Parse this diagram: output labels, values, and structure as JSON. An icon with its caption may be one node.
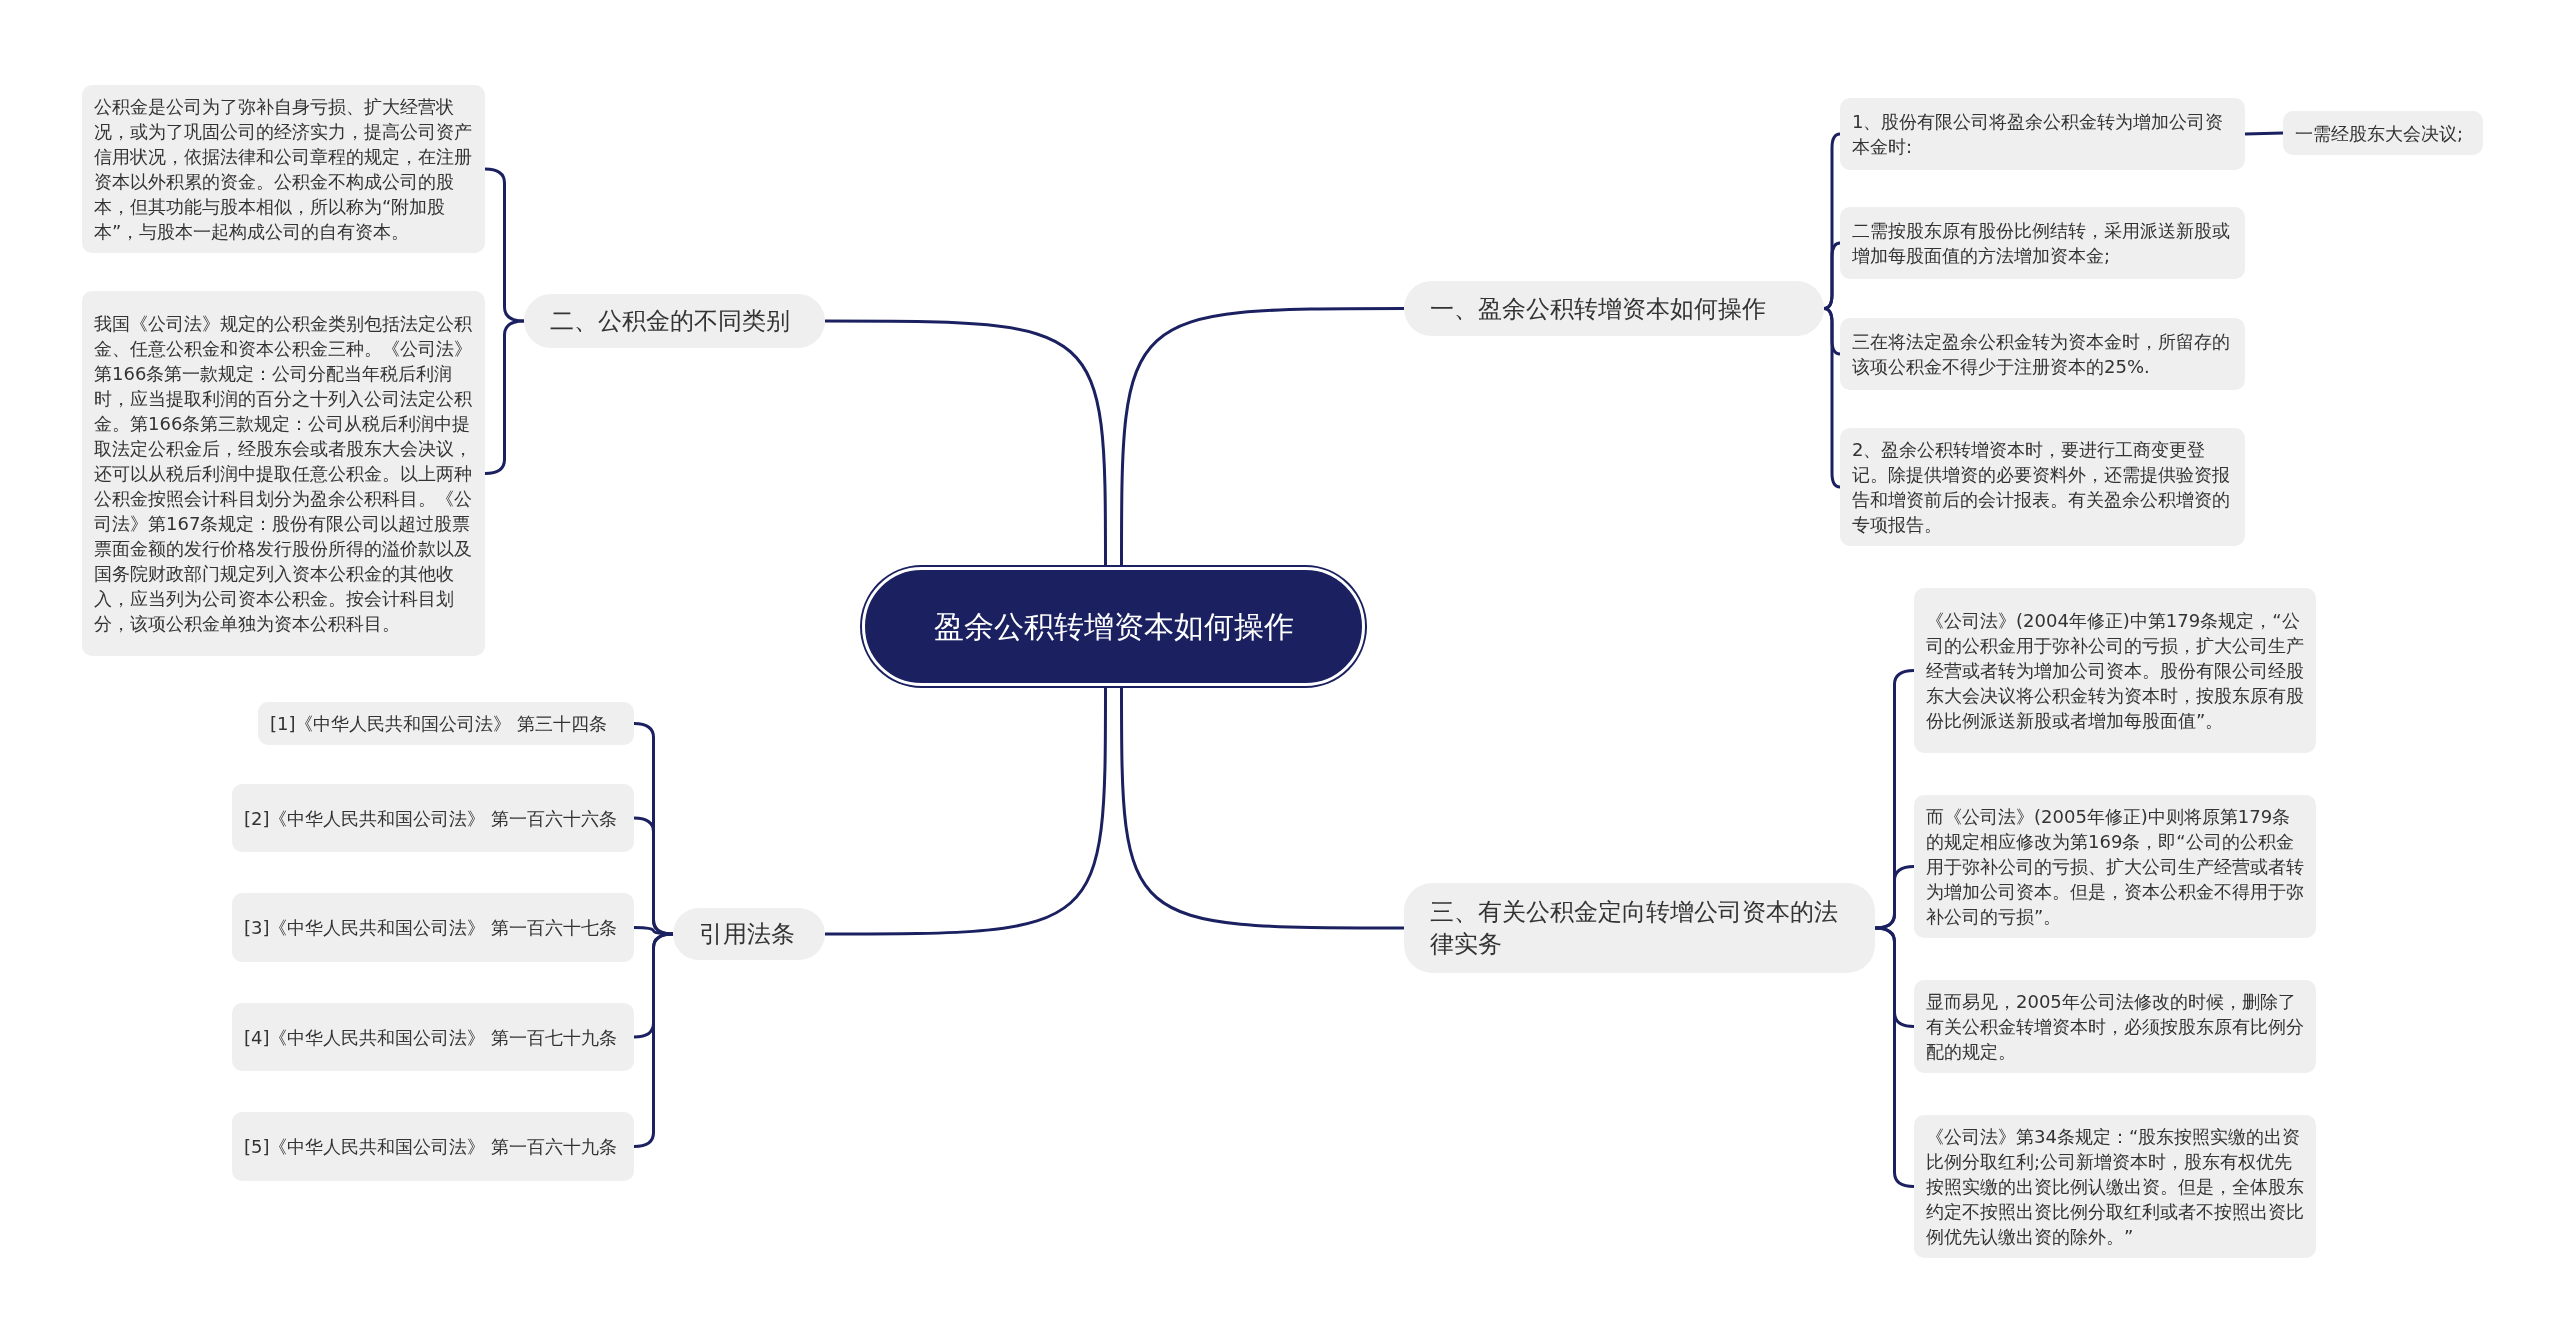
{
  "diagram": {
    "nodes": [
      {
        "text": [
          "盈余公积转增资本如何操作"
        ]
      },
      {
        "text": [
          "一、盈余公积转增资本如何操作"
        ]
      },
      {
        "text": [
          "1、股份有限公司将盈余公积金转为增加公司资本金时:"
        ]
      },
      {
        "text": [
          "一需经股东大会决议;"
        ]
      },
      {
        "text": [
          "二需按股东原有股份比例结转，采用派送新股或增加每股面值的方法增加资本金;"
        ]
      },
      {
        "text": [
          "三在将法定盈余公积金转为资本金时，所留存的该项公积金不得少于注册资本的25%."
        ]
      },
      {
        "text": [
          "2、盈余公积转增资本时，要进行工商变更登记。除提供增资的必要资料外，还需提供验资报告和增资前后的会计报表。有关盈余公积增资的专项报告。"
        ]
      },
      {
        "text": [
          "二、公积金的不同类别"
        ]
      },
      {
        "text": [
          "公积金是公司为了弥补自身亏损、扩大经营状况，或为了巩固公司的经济实力，提高公司资产信用状况，依据法律和公司章程的规定，在注册资本以外积累的资金。公积金不构成公司的股本，但其功能与股本相似，所以称为“附加股本”，与股本一起构成公司的自有资本。"
        ]
      },
      {
        "text": [
          "我国《公司法》规定的公积金类别包括法定公积金、任意公积金和资本公积金三种。《公司法》第166条第一款规定：公司分配当年税后利润时，应当提取利润的百分之十列入公司法定公积金。第166条第三款规定：公司从税后利润中提取法定公积金后，经股东会或者股东大会决议，还可以从税后利润中提取任意公积金。以上两种公积金按照会计科目划分为盈余公积科目。《公司法》第167条规定：股份有限公司以超过股票票面金额的发行价格发行股份所得的溢价款以及国务院财政部门规定列入资本公积金的其他收入，应当列为公司资本公积金。按会计科目划分，该项公积金单独为资本公积科目。"
        ]
      },
      {
        "text": [
          "三、有关公积金定向转增公司资本的法律实务"
        ]
      },
      {
        "text": [
          "《公司法》(2004年修正)中第179条规定，“公司的公积金用于弥补公司的亏损，扩大公司生产经营或者转为增加公司资本。股份有限公司经股东大会决议将公积金转为资本时，按股东原有股份比例派送新股或者增加每股面值”。"
        ]
      },
      {
        "text": [
          "而《公司法》(2005年修正)中则将原第179条的规定相应修改为第169条，即“公司的公积金用于弥补公司的亏损、扩大公司生产经营或者转为增加公司资本。但是，资本公积金不得用于弥补公司的亏损”。"
        ]
      },
      {
        "text": [
          "显而易见，2005年公司法修改的时候，删除了有关公积金转增资本时，必须按股东原有比例分配的规定。"
        ]
      },
      {
        "text": [
          "《公司法》第34条规定：“股东按照实缴的出资比例分取红利;公司新增资本时，股东有权优先按照实缴的出资比例认缴出资。但是，全体股东约定不按照出资比例分取红利或者不按照出资比例优先认缴出资的除外。”"
        ]
      },
      {
        "text": [
          "引用法条"
        ]
      },
      {
        "text": [
          "[1]《中华人民共和国公司法》 第三十四条"
        ]
      },
      {
        "text": [
          "[2]《中华人民共和国公司法》 第一百六十六条"
        ]
      },
      {
        "text": [
          "[3]《中华人民共和国公司法》 第一百六十七条"
        ]
      },
      {
        "text": [
          "[4]《中华人民共和国公司法》 第一百七十九条"
        ]
      },
      {
        "text": [
          "[5]《中华人民共和国公司法》 第一百六十九条"
        ]
      }
    ],
    "edges": [
      {
        "from": 0,
        "to": 1,
        "arrow": "none"
      },
      {
        "from": 1,
        "to": 2,
        "arrow": "none"
      },
      {
        "from": 2,
        "to": 3,
        "arrow": "none"
      },
      {
        "from": 1,
        "to": 4,
        "arrow": "none"
      },
      {
        "from": 1,
        "to": 5,
        "arrow": "none"
      },
      {
        "from": 1,
        "to": 6,
        "arrow": "none"
      },
      {
        "from": 0,
        "to": 7,
        "arrow": "none"
      },
      {
        "from": 7,
        "to": 8,
        "arrow": "none"
      },
      {
        "from": 7,
        "to": 9,
        "arrow": "none"
      },
      {
        "from": 0,
        "to": 10,
        "arrow": "none"
      },
      {
        "from": 10,
        "to": 11,
        "arrow": "none"
      },
      {
        "from": 10,
        "to": 12,
        "arrow": "none"
      },
      {
        "from": 10,
        "to": 13,
        "arrow": "none"
      },
      {
        "from": 10,
        "to": 14,
        "arrow": "none"
      },
      {
        "from": 0,
        "to": 15,
        "arrow": "none"
      },
      {
        "from": 15,
        "to": 16,
        "arrow": "none"
      },
      {
        "from": 15,
        "to": 17,
        "arrow": "none"
      },
      {
        "from": 15,
        "to": 18,
        "arrow": "none"
      },
      {
        "from": 15,
        "to": 19,
        "arrow": "none"
      },
      {
        "from": 15,
        "to": 20,
        "arrow": "none"
      }
    ]
  }
}
